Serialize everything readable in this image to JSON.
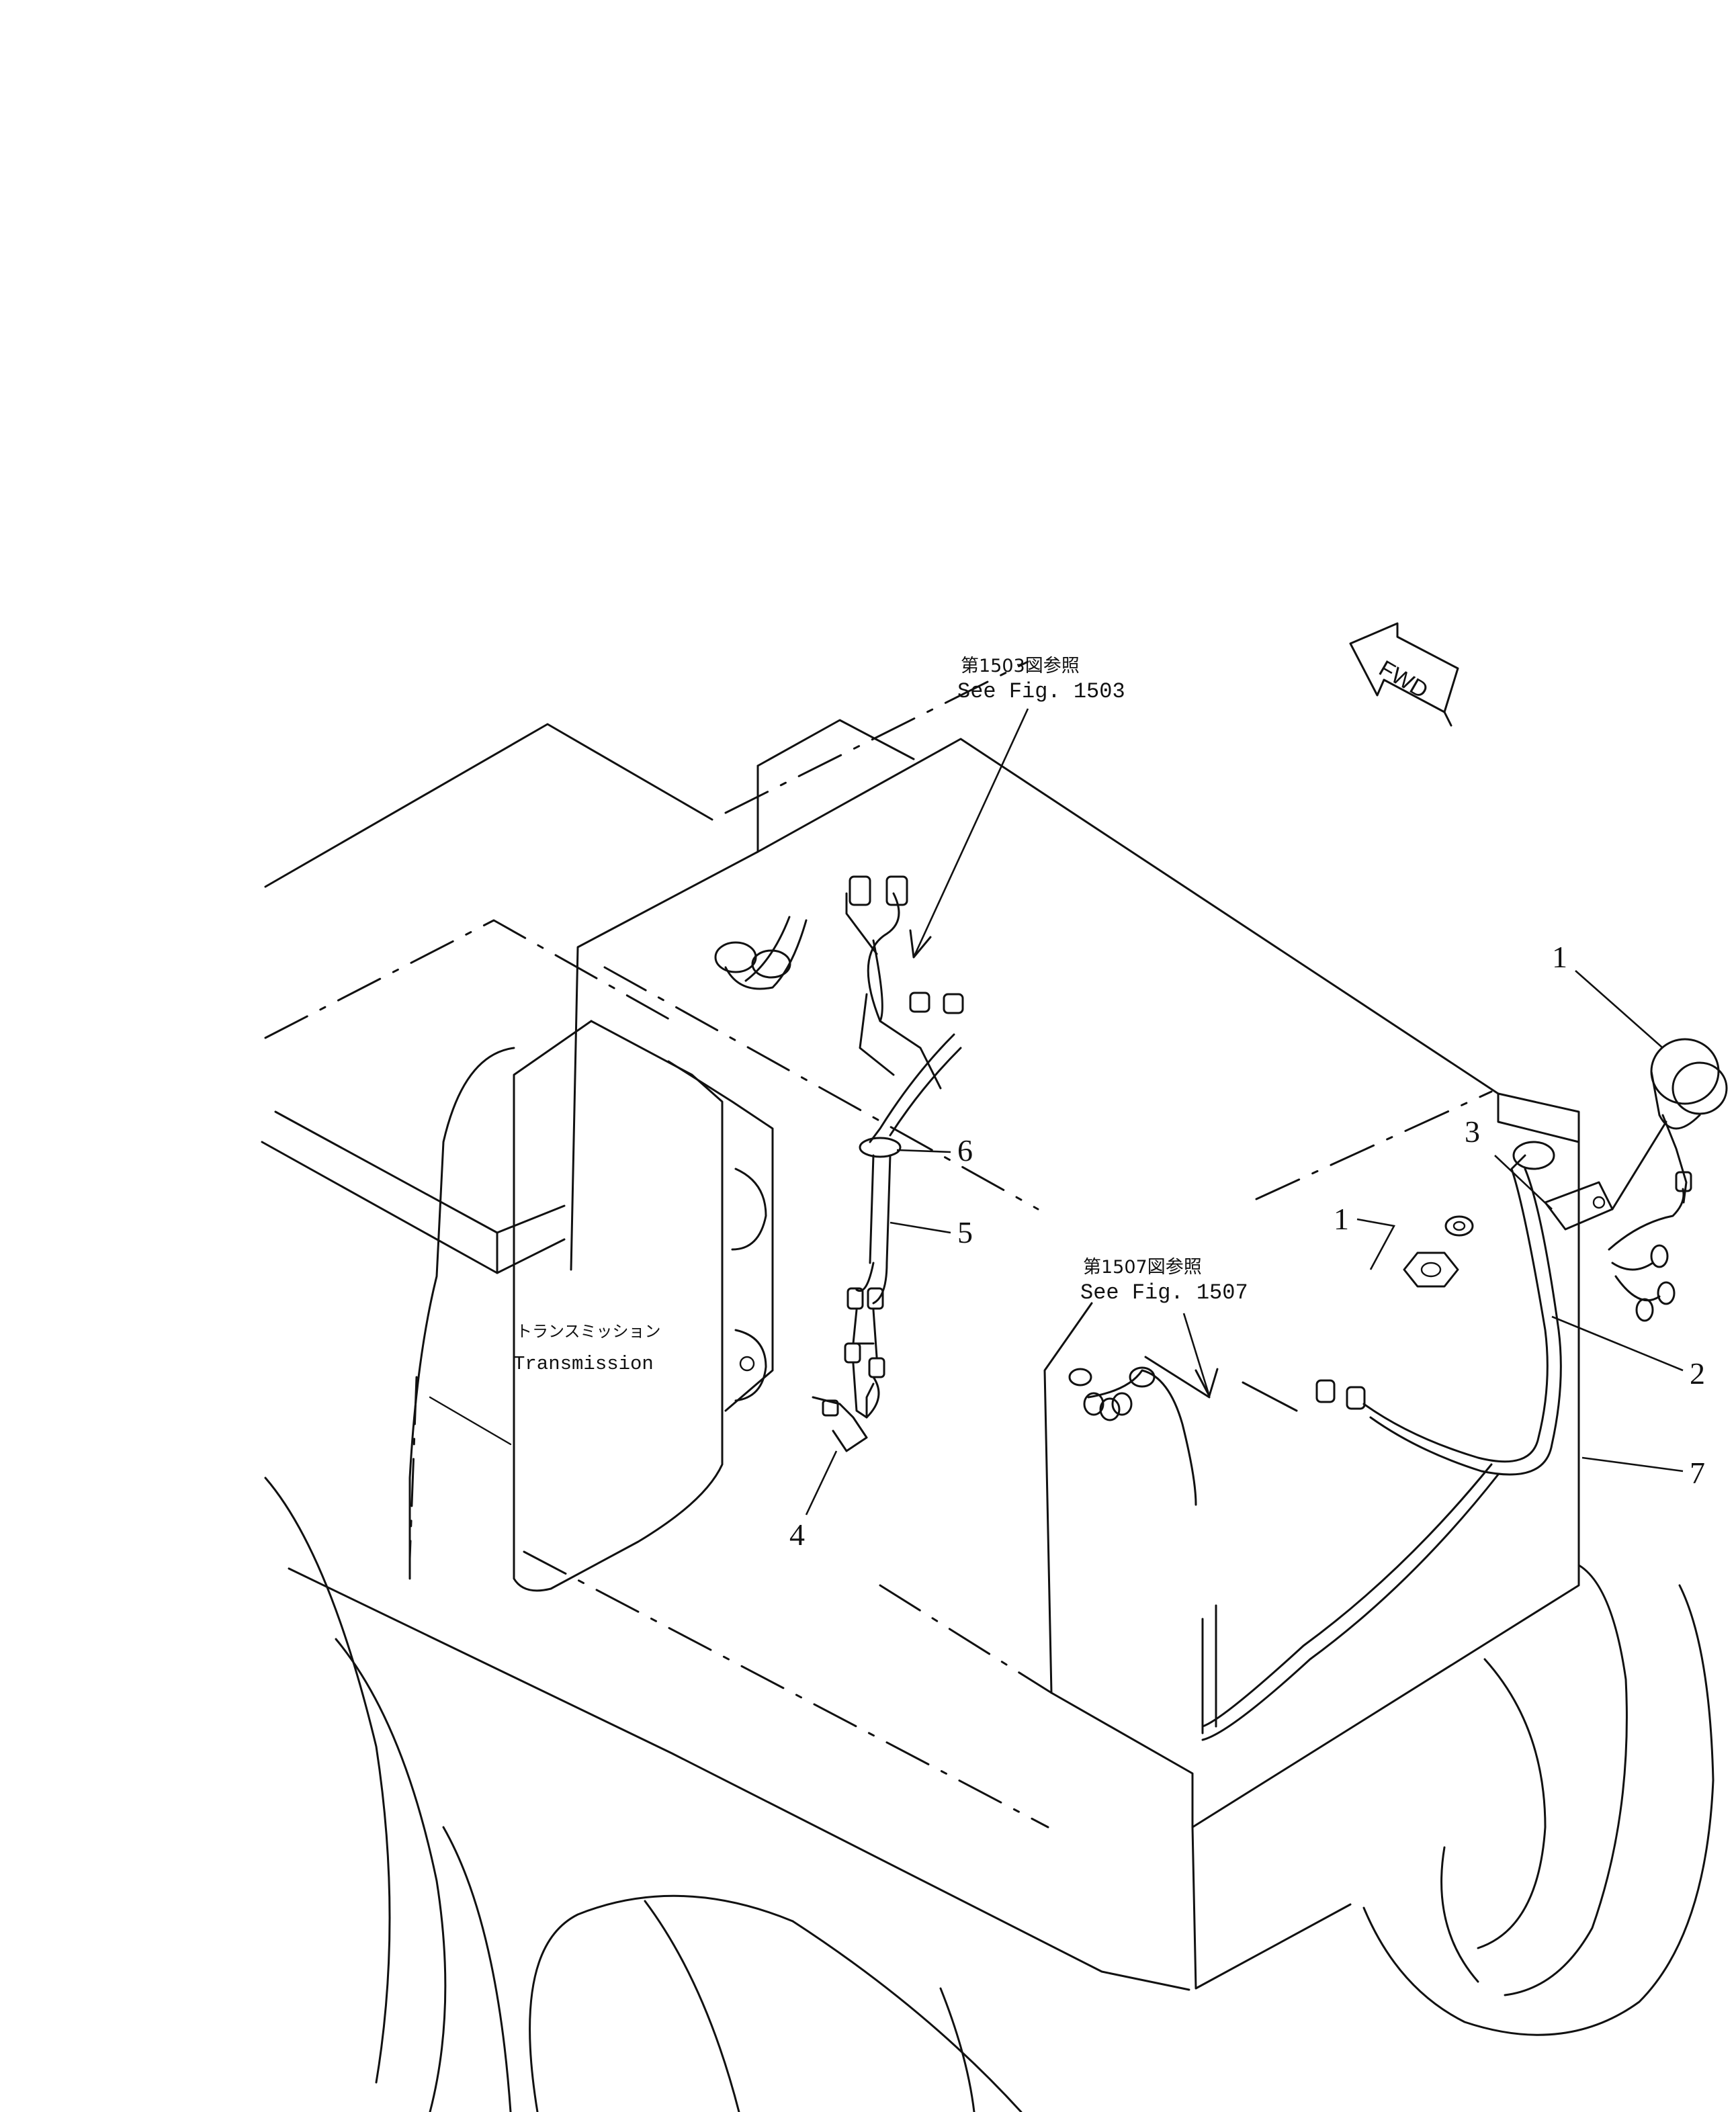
{
  "figure": {
    "direction_marker": "FWD",
    "references": [
      {
        "jp": "第1503図参照",
        "en": "See Fig. 1503"
      },
      {
        "jp": "第1507図参照",
        "en": "See Fig. 1507"
      }
    ],
    "component_label": {
      "jp": "トランスミッション",
      "en": "Transmission"
    },
    "callouts": [
      {
        "num": "1"
      },
      {
        "num": "1"
      },
      {
        "num": "2"
      },
      {
        "num": "3"
      },
      {
        "num": "4"
      },
      {
        "num": "5"
      },
      {
        "num": "6"
      },
      {
        "num": "7"
      }
    ]
  }
}
